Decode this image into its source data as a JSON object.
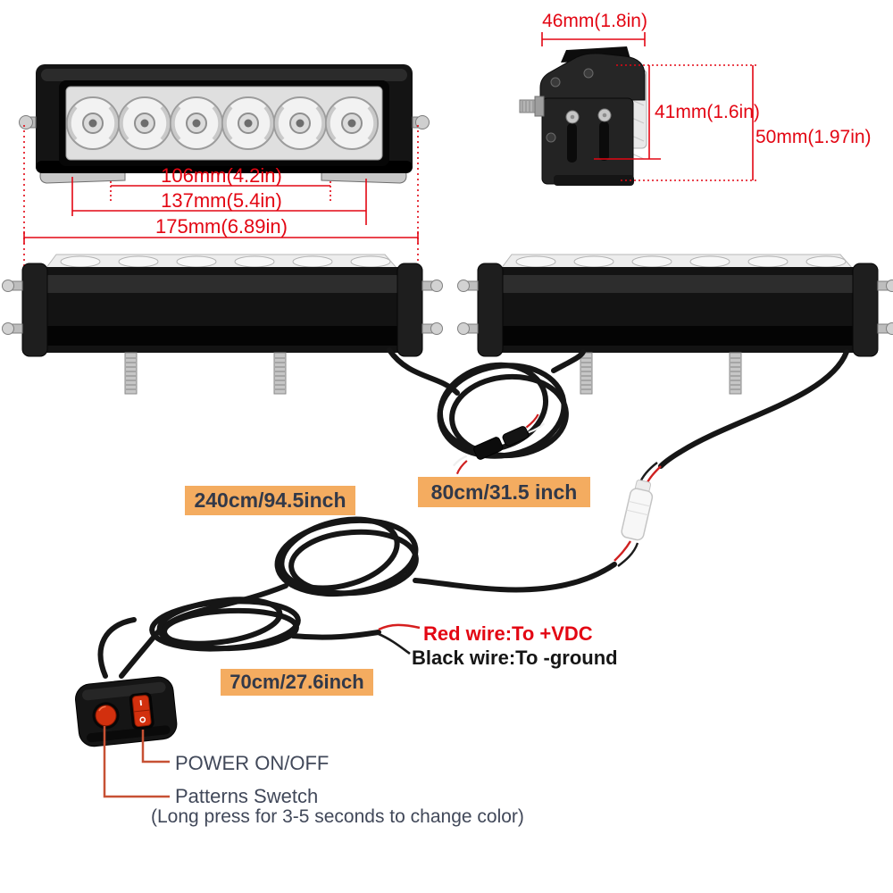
{
  "product": {
    "front_view": {
      "dim_inner": "106mm(4.2in)",
      "dim_bracket": "137mm(5.4in)",
      "dim_total": "175mm(6.89in)"
    },
    "side_view": {
      "dim_width": "46mm(1.8in)",
      "dim_body_height": "41mm(1.6in)",
      "dim_total_height": "50mm(1.97in)"
    },
    "wiring": {
      "main_cable": "240cm/94.5inch",
      "link_cable": "80cm/31.5 inch",
      "power_cable": "70cm/27.6inch",
      "red_wire_note": "Red wire:To +VDC",
      "black_wire_note": "Black wire:To -ground"
    },
    "switch": {
      "power_label": "POWER ON/OFF",
      "pattern_label": "Patterns Swetch",
      "pattern_note": "(Long press for 3-5 seconds to change color)"
    },
    "colors": {
      "dimension_red": "#e30613",
      "label_bg": "#f4ac60",
      "label_text": "#323949",
      "leader_orange": "#c75134",
      "note_text": "#414859",
      "wire_black": "#161616"
    }
  }
}
